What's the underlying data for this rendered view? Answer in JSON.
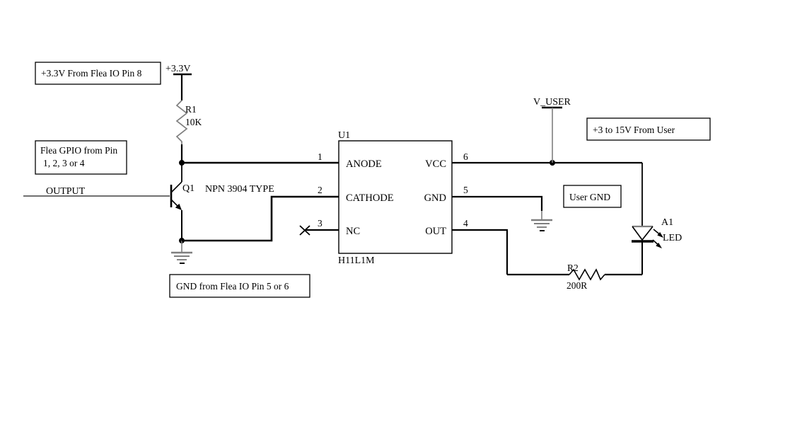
{
  "colors": {
    "line": "#000000",
    "component_gray": "#7f7f7f",
    "background": "#ffffff"
  },
  "annotations": {
    "supply_note": "+3.3V From Flea IO Pin 8",
    "gpio_note_line1": "Flea GPIO from Pin",
    "gpio_note_line2": "1, 2, 3 or 4",
    "gnd_note": "GND from Flea IO Pin 5 or 6",
    "user_supply_note": "+3 to 15V From User",
    "user_gnd_note": "User GND"
  },
  "nets": {
    "v33": "+3.3V",
    "v_user": "V_USER",
    "output": "OUTPUT"
  },
  "components": {
    "r1": {
      "ref": "R1",
      "value": "10K"
    },
    "r2": {
      "ref": "R2",
      "value": "200R"
    },
    "q1": {
      "ref": "Q1",
      "note": "NPN 3904 TYPE"
    },
    "a1": {
      "ref": "A1",
      "value": "LED"
    },
    "u1": {
      "ref": "U1",
      "part": "H11L1M",
      "left_pins": [
        {
          "num": "1",
          "name": "ANODE"
        },
        {
          "num": "2",
          "name": "CATHODE"
        },
        {
          "num": "3",
          "name": "NC"
        }
      ],
      "right_pins": [
        {
          "num": "6",
          "name": "VCC"
        },
        {
          "num": "5",
          "name": "GND"
        },
        {
          "num": "4",
          "name": "OUT"
        }
      ]
    }
  }
}
